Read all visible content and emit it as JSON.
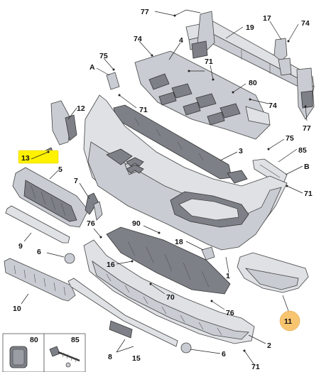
{
  "labels": {
    "l77a": "77",
    "l17": "17",
    "l74a": "74",
    "l19": "19",
    "l74b": "74",
    "l4": "4",
    "l75a": "75",
    "lA1": "A",
    "l71a": "71",
    "l71b": "71",
    "l80": "80",
    "l74c": "74",
    "l12": "12",
    "l77b": "77",
    "l3": "3",
    "l75b": "75",
    "l85": "85",
    "l13": "13",
    "lB": "B",
    "l5": "5",
    "l7": "7",
    "l71c": "71",
    "l9": "9",
    "l76a": "76",
    "l90": "90",
    "l6a": "6",
    "l18": "18",
    "l16": "16",
    "l1": "1",
    "l70": "70",
    "l11": "11",
    "l10": "10",
    "l76b": "76",
    "l2": "2",
    "l8": "8",
    "l15": "15",
    "l6b": "6",
    "l71d": "71"
  },
  "legend": {
    "box1": "80",
    "box2": "85"
  }
}
